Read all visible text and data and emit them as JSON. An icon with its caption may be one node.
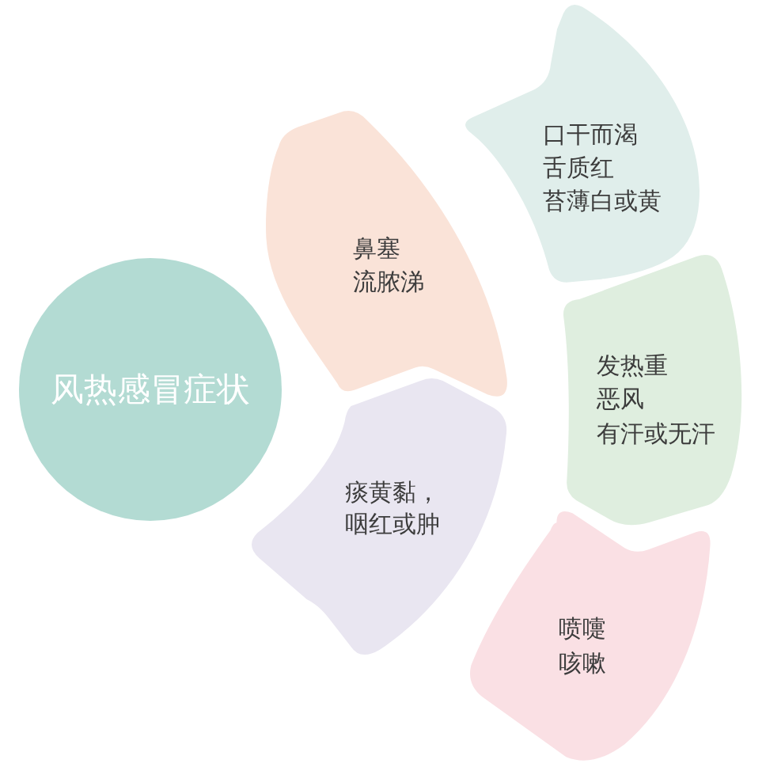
{
  "diagram": {
    "nodes": [
      {
        "text": [
          "风热感冒症状"
        ]
      },
      {
        "text": [
          "鼻塞",
          "流脓涕"
        ]
      },
      {
        "text": [
          "痰黄黏，咽红或肿"
        ]
      },
      {
        "text": [
          "口干而渴",
          "舌质红",
          "苔薄白或黄"
        ]
      },
      {
        "text": [
          "发热重",
          "恶风",
          "有汗或无汗"
        ]
      },
      {
        "text": [
          "喷嚏",
          "咳嗽"
        ]
      }
    ]
  }
}
